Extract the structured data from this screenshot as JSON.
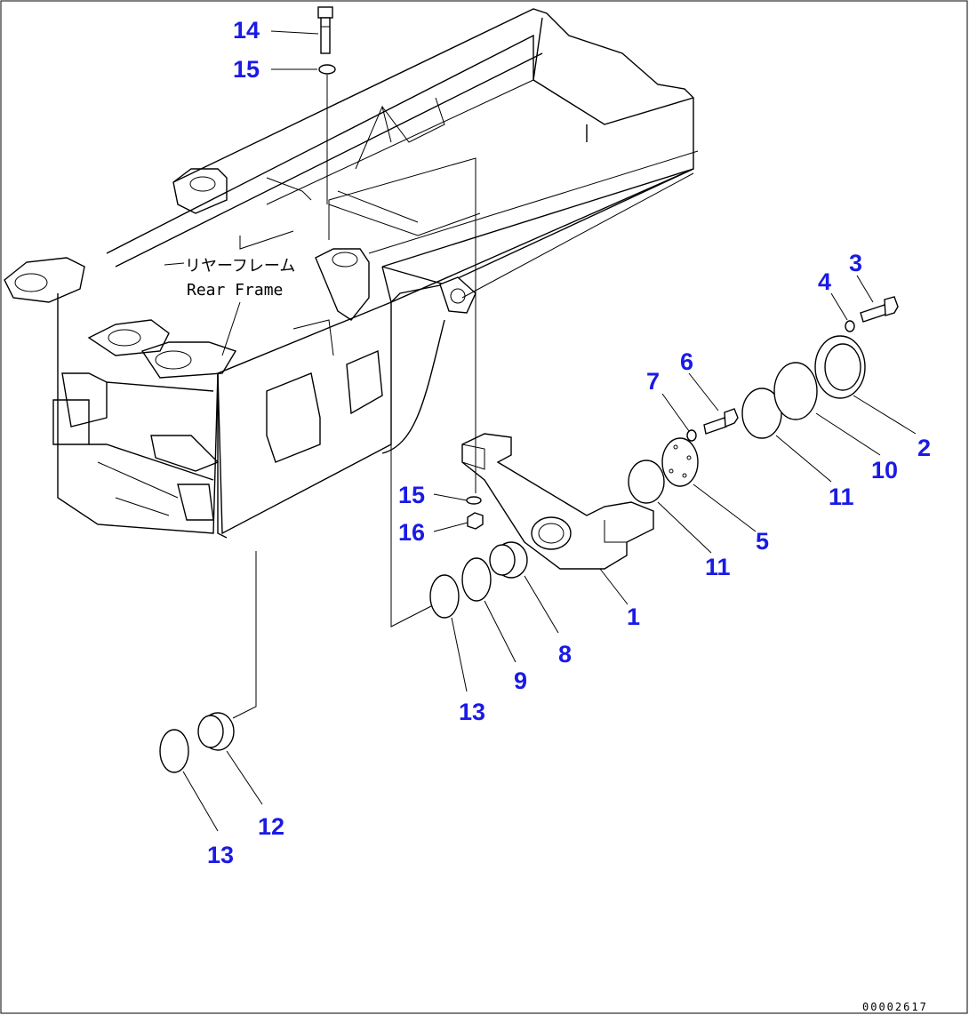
{
  "frame_label": {
    "japanese": "リヤーフレーム",
    "english": "Rear Frame"
  },
  "callouts": {
    "c1": "1",
    "c2": "2",
    "c3": "3",
    "c4": "4",
    "c5": "5",
    "c6": "6",
    "c7": "7",
    "c8": "8",
    "c9": "9",
    "c10": "10",
    "c11a": "11",
    "c11b": "11",
    "c12": "12",
    "c13a": "13",
    "c13b": "13",
    "c14": "14",
    "c15a": "15",
    "c15b": "15",
    "c16": "16"
  },
  "drawing_code": "00002617",
  "colors": {
    "callout": "#1a1ae6",
    "line": "#000000"
  }
}
